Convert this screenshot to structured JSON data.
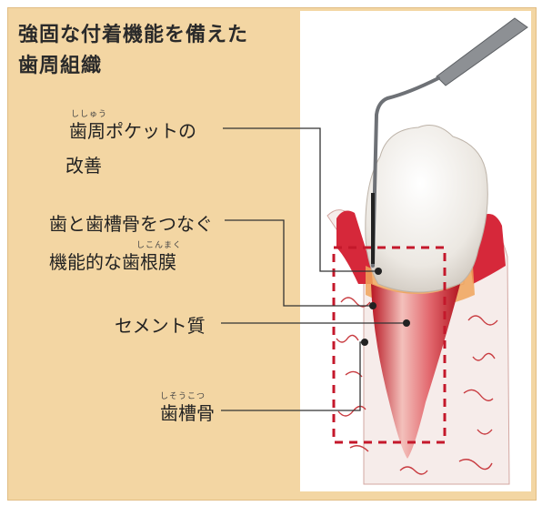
{
  "title": {
    "line1": "強固な付着機能を備えた",
    "line2": "歯周組織"
  },
  "labels": {
    "pocket": {
      "ruby": "ししゅう",
      "line1": "歯周ポケットの",
      "line2": "改善"
    },
    "ligament": {
      "line1": "歯と歯槽骨をつなぐ",
      "ruby": "しこんまく",
      "line2": "機能的な歯根膜"
    },
    "cementum": {
      "line1": "セメント質"
    },
    "bone": {
      "ruby": "しそうこつ",
      "line1": "歯槽骨"
    }
  },
  "colors": {
    "background": "#f3d6a3",
    "gum": "#d6283a",
    "enamel": "#f2f0ec",
    "dashed_box": "#c4182b"
  }
}
